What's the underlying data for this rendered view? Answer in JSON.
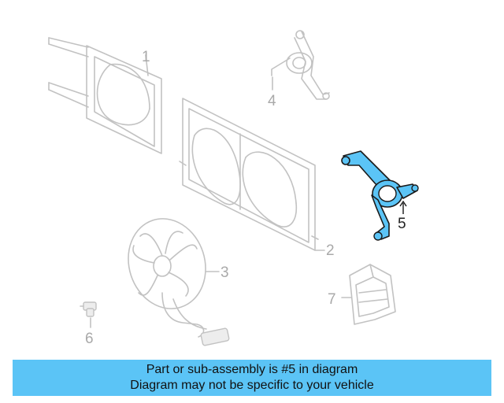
{
  "diagram": {
    "callouts": {
      "part1": "1",
      "part2": "2",
      "part3": "3",
      "part4": "4",
      "part5": "5",
      "part6": "6",
      "part7": "7"
    },
    "highlighted_part": "5"
  },
  "banner": {
    "line1": "Part or sub-assembly is #5 in diagram",
    "line2": "Diagram may not be specific to your vehicle",
    "background": "#5bc4f6"
  },
  "colors": {
    "highlight_fill": "#5bc4f6",
    "highlight_stroke": "#1a1a1a",
    "faded_line": "#c2c2c2",
    "faded_text": "#a9a9a9"
  }
}
